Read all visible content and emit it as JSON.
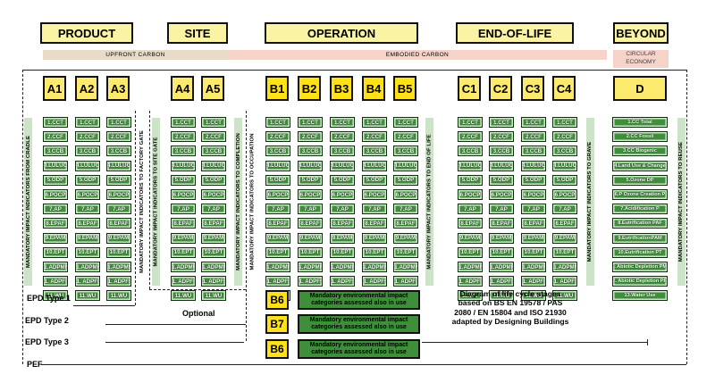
{
  "headers": {
    "product": "PRODUCT",
    "site": "SITE",
    "operation": "OPERATION",
    "end_of_life": "END-OF-LIFE",
    "beyond": "BEYOND"
  },
  "bands": {
    "upfront": "UPFRONT CARBON",
    "embodied": "EMBODIED CARBON",
    "circular": "CIRCULAR ECONOMY"
  },
  "stages": [
    "A1",
    "A2",
    "A3",
    "A4",
    "A5",
    "B1",
    "B2",
    "B3",
    "B4",
    "B5",
    "C1",
    "C2",
    "C3",
    "C4",
    "D"
  ],
  "indicators": [
    "1.CCT",
    "2.CCF",
    "3.CCB",
    "4.LULUC",
    "5.ODP",
    "6.POCP",
    "7.AP",
    "8.EPAF",
    "9.EPAM",
    "10.EPT",
    "11.ADPMM",
    "11. ADPFR",
    "11.WU"
  ],
  "indicators_d": [
    "1.CC Total",
    "2.CC Fossil",
    "3.CC Biogenic",
    "4.Land Use & Change",
    "5.Ozone DP",
    "6.P Ozone Creation P",
    "7.Acidification P",
    "8.Eutrification PAF",
    "9.EutrificationPAM",
    "10.Eutrification PT",
    "11. Abiotic Depletion PMM",
    "12. Abiotic Depletion PFR",
    "13.Water Use"
  ],
  "vertical_labels": {
    "cradle": "MANDATORY IMPACT INDICATORS FROM CRADLE",
    "factory": "MANDATORY IMPACT INDICATORS TO FACTORY GATE",
    "site_gate": "MANDATORY IMPACT INDICATORS TO SITE GATE",
    "completion": "MANDATORY IMPACT INDICATORS TO COMPLETION",
    "occupation": "MANDATORY IMPACT INDICATORS TO OCCUPATION",
    "end_of_life": "MANDATORY IMPACT INDICATORS TO END OF LIFE",
    "grave": "MANDATORY IMPACT INDICATORS TO GRAVE",
    "reuse": "MANDATORY IMPACT INDICATORS TO REUSE"
  },
  "epd": {
    "type1": "EPD Type 1",
    "type2": "EPD Type 2",
    "type3": "EPD Type 3",
    "pef": "PEF",
    "optional": "Optional"
  },
  "b_modules": [
    {
      "label": "B6",
      "text": "Mandatory environmental impact categories assessed also in use"
    },
    {
      "label": "B7",
      "text": "Mandatory environmental impact categories assessed also in use"
    },
    {
      "label": "B6",
      "text": "Mandatory environmental impact categories assessed also in use"
    }
  ],
  "caption": "Diagram of life cycle stages based on BS EN 19578 / PAS 2080 /  EN 15804 and ISO 21930 adapted by Designing Buildings",
  "colors": {
    "header_fill": "#fbf3a4",
    "stage_fill": "#fbea6e",
    "operation_stage_fill": "#ffe11a",
    "cell_fill": "#3f8f3a",
    "vertical_label_fill": "#cde3c8",
    "upfront_band": "#e8dcc8",
    "embodied_band": "#f6d3c8",
    "circular_band": "#f6d3c8"
  }
}
